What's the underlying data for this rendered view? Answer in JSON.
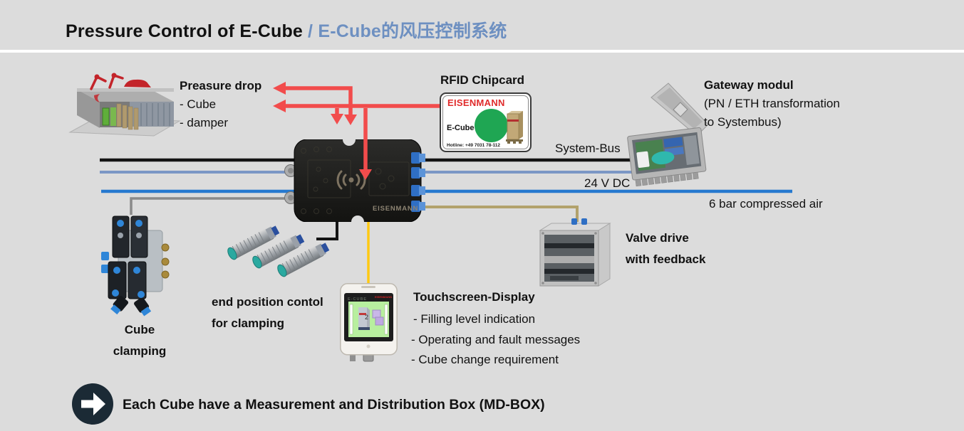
{
  "header": {
    "title_en": "Pressure Control of E-Cube",
    "title_zh": "/ E-Cube的风压控制系统"
  },
  "pressure_drop": {
    "title": "Preasure drop",
    "items": [
      "- Cube",
      "- damper"
    ]
  },
  "rfid": {
    "title": "RFID Chipcard",
    "card": {
      "brand": "EISENMANN",
      "product": "E-Cube",
      "hotline": "Hotline: +49 7031 78-112"
    }
  },
  "gateway": {
    "title": "Gateway modul",
    "subtitle1": "(PN / ETH transformation",
    "subtitle2": "to Systembus)"
  },
  "bus_labels": {
    "system_bus": "System-Bus",
    "power": "24 V DC",
    "air": "6 bar compressed air"
  },
  "mdbox": {
    "brand": "EISENMANN"
  },
  "cube_clamping": {
    "line1": "Cube",
    "line2": "clamping"
  },
  "end_position": {
    "line1": "end position contol",
    "line2": "for clamping"
  },
  "touchscreen": {
    "title": "Touchscreen-Display",
    "items": [
      "-  Filling level indication",
      "- Operating and fault messages",
      "- Cube change requirement"
    ],
    "screen_brand": "E-CUBE",
    "screen_logo": "EISENMANN",
    "screen_value": "2"
  },
  "valve_drive": {
    "line1": "Valve drive",
    "line2": "with feedback"
  },
  "footer": {
    "text": "Each Cube have a Measurement and Distribution Box (MD-BOX)"
  },
  "colors": {
    "background": "#dcdcdc",
    "title_accent": "#6e90c1",
    "arrow_red": "#f24c4c",
    "system_bus_black": "#141414",
    "bus_steel_blue": "#7b97c5",
    "power_blue": "#2679cf",
    "air_tan": "#b2a26c",
    "display_yellow": "#ffc913",
    "clamp_gray": "#8a8a8a",
    "footer_circle": "#1b2a35",
    "card_green": "#1fa653"
  }
}
